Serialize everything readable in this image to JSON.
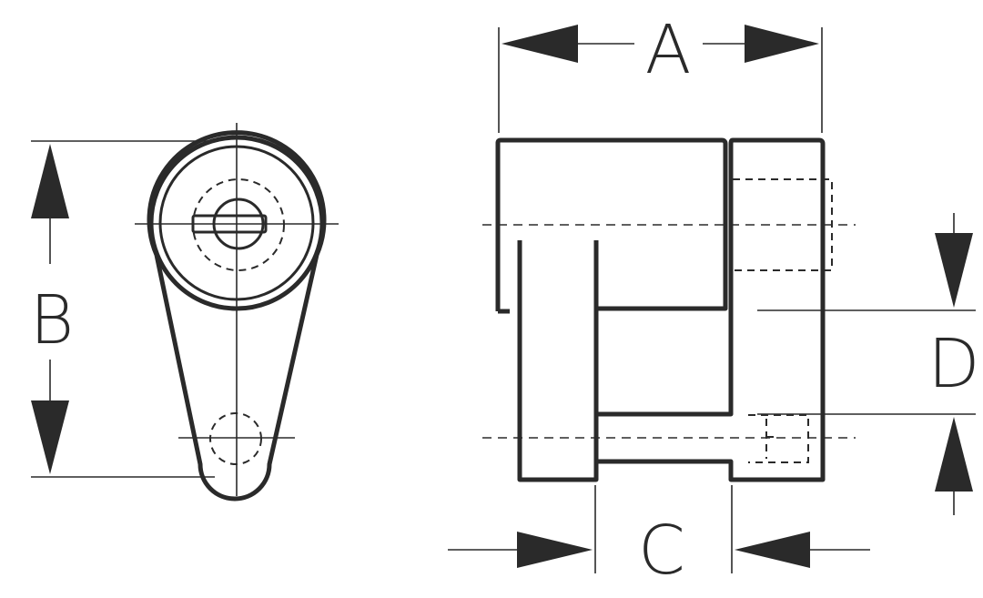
{
  "figure": {
    "labels": {
      "a": "A",
      "b": "B",
      "c": "C",
      "d": "D"
    },
    "colors": {
      "ink": "#2a2a2a",
      "background": "#ffffff"
    }
  }
}
